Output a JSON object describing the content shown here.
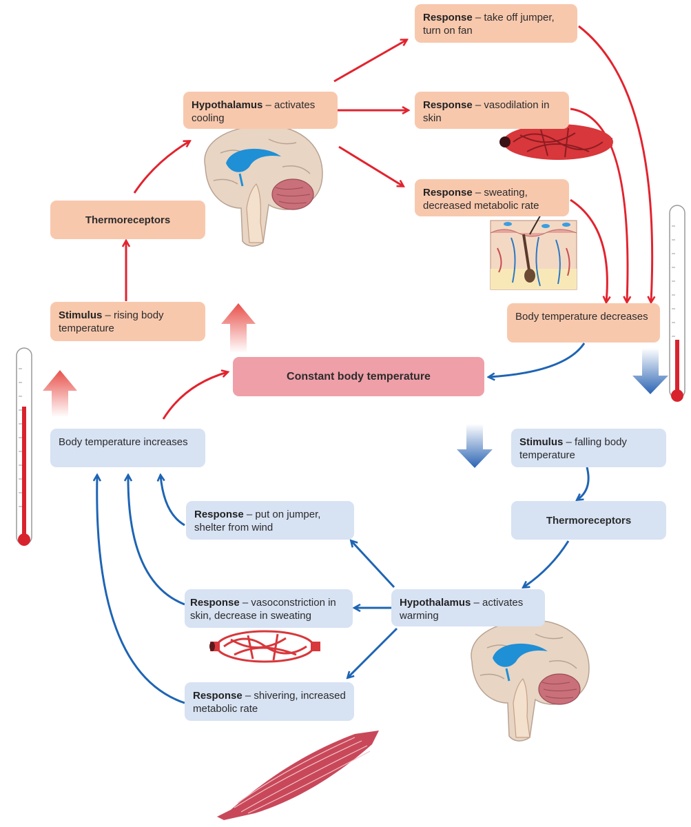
{
  "diagram": {
    "center": "Constant body temperature",
    "heat": {
      "stimulus": {
        "bold": "Stimulus",
        "text": " – rising body temperature"
      },
      "receptors": "Thermoreceptors",
      "hypothalamus": {
        "bold": "Hypothalamus",
        "text": " – activates cooling"
      },
      "response_behaviour": {
        "bold": "Response",
        "text": " – take off jumper, turn on fan"
      },
      "response_vessels": {
        "bold": "Response",
        "text": " – vasodilation in skin"
      },
      "response_sweat": {
        "bold": "Response",
        "text": " – sweating, decreased metabolic rate"
      },
      "result": "Body temperature decreases"
    },
    "cold": {
      "stimulus": {
        "bold": "Stimulus",
        "text": " – falling body temperature"
      },
      "receptors": "Thermoreceptors",
      "hypothalamus": {
        "bold": "Hypothalamus",
        "text": " – activates warming"
      },
      "response_behaviour": {
        "bold": "Response",
        "text": " – put on jumper, shelter from wind"
      },
      "response_vessels": {
        "bold": "Response",
        "text": " – vasoconstriction in skin, decrease in sweating"
      },
      "response_shiver": {
        "bold": "Response",
        "text": " – shivering, increased metabolic rate"
      },
      "result": "Body temperature increases"
    }
  },
  "colors": {
    "warm_box": "#f8c8ad",
    "cool_box": "#d7e2f3",
    "center_box": "#ef9fa8",
    "warm_arrow": "#e2232e",
    "cool_arrow": "#1e64b4"
  },
  "icons": [
    "brain-icon",
    "blood-vessels-icon",
    "skin-section-icon",
    "muscle-icon",
    "thermometer-icon",
    "gradient-arrow-icon"
  ]
}
